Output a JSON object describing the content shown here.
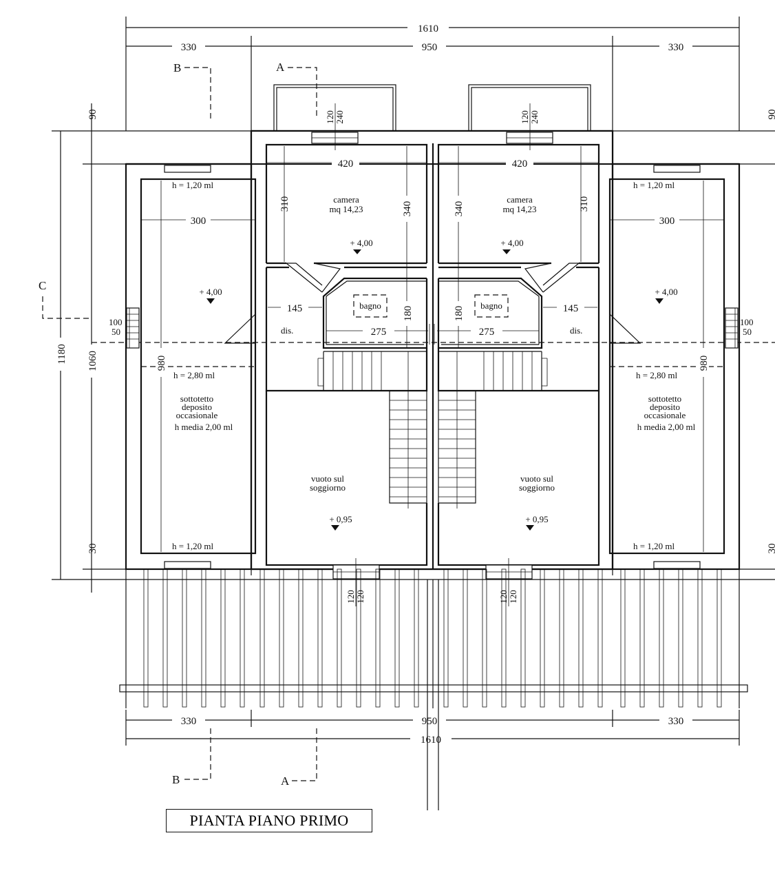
{
  "title": "PIANTA PIANO PRIMO",
  "dimensions": {
    "total_width": "1610",
    "side_width": "330",
    "center_width": "950",
    "total_depth": "1180",
    "inner_depth": "1060",
    "balcony_depth": "90",
    "bottom_offset": "30",
    "loft_depth": "980",
    "loft_width": "300",
    "room_width": "420",
    "room_depth_a": "310",
    "room_depth_b": "340",
    "bath_width": "275",
    "bath_depth": "180",
    "hall_width": "145",
    "window_top_a": "120",
    "window_top_b": "240",
    "window_bottom": "120",
    "side_window_a": "100",
    "side_window_b": "50"
  },
  "sections": {
    "a": "A",
    "b": "B",
    "c": "C"
  },
  "rooms": {
    "camera": "camera",
    "camera_area": "mq 14,23",
    "bagno": "bagno",
    "dis": "dis.",
    "void_line1": "vuoto sul",
    "void_line2": "soggiorno",
    "loft_line1": "sottotetto",
    "loft_line2": "deposito",
    "loft_line3": "occasionale",
    "loft_line4": "h media 2,00 ml",
    "h_low": "h = 1,20 ml",
    "h_high": "h = 2,80 ml"
  },
  "levels": {
    "upper": "+ 4,00",
    "void": "+ 0,95"
  }
}
